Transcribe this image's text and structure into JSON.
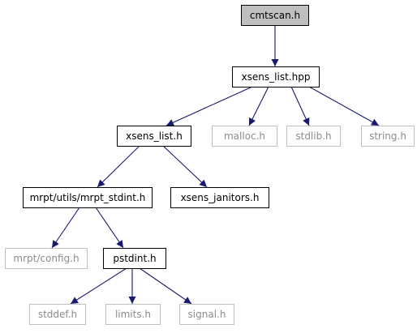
{
  "diagram": {
    "nodes": [
      {
        "id": "cmtscan",
        "label": "cmtscan.h",
        "style": "root"
      },
      {
        "id": "xsens_list_hpp",
        "label": "xsens_list.hpp",
        "style": "normal"
      },
      {
        "id": "xsens_list_h",
        "label": "xsens_list.h",
        "style": "normal"
      },
      {
        "id": "malloc",
        "label": "malloc.h",
        "style": "external"
      },
      {
        "id": "stdlib",
        "label": "stdlib.h",
        "style": "external"
      },
      {
        "id": "string",
        "label": "string.h",
        "style": "external"
      },
      {
        "id": "mrpt_stdint",
        "label": "mrpt/utils/mrpt_stdint.h",
        "style": "normal"
      },
      {
        "id": "xsens_janitors",
        "label": "xsens_janitors.h",
        "style": "normal"
      },
      {
        "id": "mrpt_config",
        "label": "mrpt/config.h",
        "style": "external"
      },
      {
        "id": "pstdint",
        "label": "pstdint.h",
        "style": "normal"
      },
      {
        "id": "stddef",
        "label": "stddef.h",
        "style": "external"
      },
      {
        "id": "limits",
        "label": "limits.h",
        "style": "external"
      },
      {
        "id": "signal",
        "label": "signal.h",
        "style": "external"
      }
    ],
    "edges": [
      {
        "from": "cmtscan",
        "to": "xsens_list_hpp"
      },
      {
        "from": "xsens_list_hpp",
        "to": "xsens_list_h"
      },
      {
        "from": "xsens_list_hpp",
        "to": "malloc"
      },
      {
        "from": "xsens_list_hpp",
        "to": "stdlib"
      },
      {
        "from": "xsens_list_hpp",
        "to": "string"
      },
      {
        "from": "xsens_list_h",
        "to": "mrpt_stdint"
      },
      {
        "from": "xsens_list_h",
        "to": "xsens_janitors"
      },
      {
        "from": "mrpt_stdint",
        "to": "mrpt_config"
      },
      {
        "from": "mrpt_stdint",
        "to": "pstdint"
      },
      {
        "from": "pstdint",
        "to": "stddef"
      },
      {
        "from": "pstdint",
        "to": "limits"
      },
      {
        "from": "pstdint",
        "to": "signal"
      }
    ],
    "colors": {
      "root_fill": "#bfbfbf",
      "edge": "#191970",
      "normal_border": "#000000",
      "external_border": "#bfbfbf",
      "normal_text": "#000000",
      "external_text": "#8c8c8c"
    }
  }
}
